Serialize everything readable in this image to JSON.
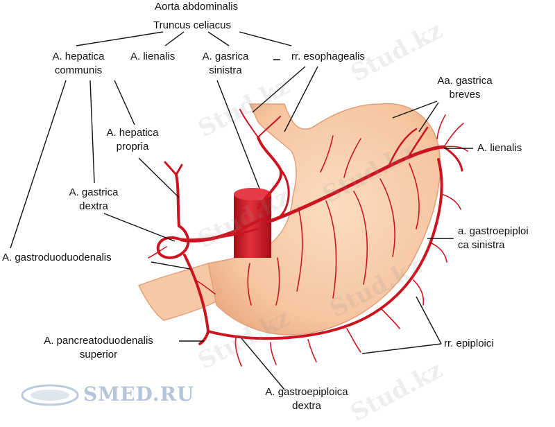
{
  "labels": {
    "aorta": "Aorta abdominalis",
    "truncus": "Truncus celiacus",
    "hep_comm_1": "A. hepatica",
    "hep_comm_2": "communis",
    "lienalis_top": "A. lienalis",
    "gasrica_1": "A. gasrica",
    "gasrica_2": "sinistra",
    "dash": "_",
    "esophageal": "rr. esophagealis",
    "gastrica_breves_1": "Aa. gastrica",
    "gastrica_breves_2": "breves",
    "hep_propria_1": "A. hepatica",
    "hep_propria_2": "propria",
    "lienalis_right": "A. lienalis",
    "gastrica_dextra_1": "A. gastrica",
    "gastrica_dextra_2": "dextra",
    "gastroepiploica_sin_1": "a. gastroepiploi",
    "gastroepiploica_sin_2": "ca sinistra",
    "gastroduodenalis": "A. gastroduoduodenalis",
    "pancreato_1": "A. pancreatoduodenalis",
    "pancreato_2": "superior",
    "epiploici": "rr. epiploici",
    "gastroepiploica_dex_1": "A. gastroepiploica",
    "gastroepiploica_dex_2": "dextra"
  },
  "watermarks": {
    "site": "Stud.kz",
    "logo": "SMED.RU"
  },
  "colors": {
    "artery": "#cc1420",
    "stomach": "#f6c9a5",
    "stomach_edge": "#e0a07a",
    "aorta": "#d81e2a",
    "leader": "#111111"
  }
}
